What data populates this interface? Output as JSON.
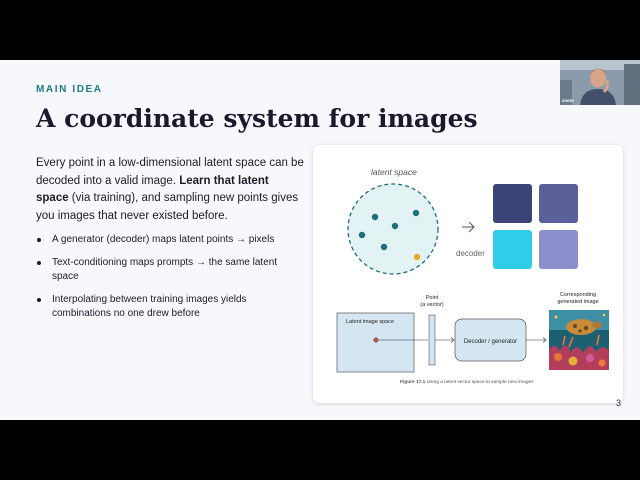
{
  "slide": {
    "eyebrow": "MAIN IDEA",
    "title": "A coordinate system for images",
    "intro": {
      "part1": "Every point in a low-dimensional latent space can be decoded into a valid image. ",
      "bold": "Learn that latent space",
      "part2": " (via training), and sampling new points gives you images that never existed before."
    },
    "bullets": [
      "A generator (decoder) maps latent points → pixels",
      "Text-conditioning maps prompts → the same latent space",
      "Interpolating between training images yields combinations no one drew before"
    ],
    "page_number": "3"
  },
  "figure": {
    "latent_label": "latent space",
    "decoder_label": "decoder",
    "latent_box_label": "Latent image space",
    "point_label_line1": "Point",
    "point_label_line2": "(a vector)",
    "decoder_box_label": "Decoder / generator",
    "generated_label_line1": "Corresponding",
    "generated_label_line2": "generated image",
    "caption_bold": "Figure 17.1",
    "caption_text": " Using a latent vector space to sample new images",
    "swatch_colors": [
      "#3c4477",
      "#5b5f9a",
      "#2fcde8",
      "#8c8fcb"
    ],
    "point_colors": [
      "#1e6f7a",
      "#e8a825"
    ]
  },
  "webcam": {
    "overlay_text": "zoom"
  }
}
